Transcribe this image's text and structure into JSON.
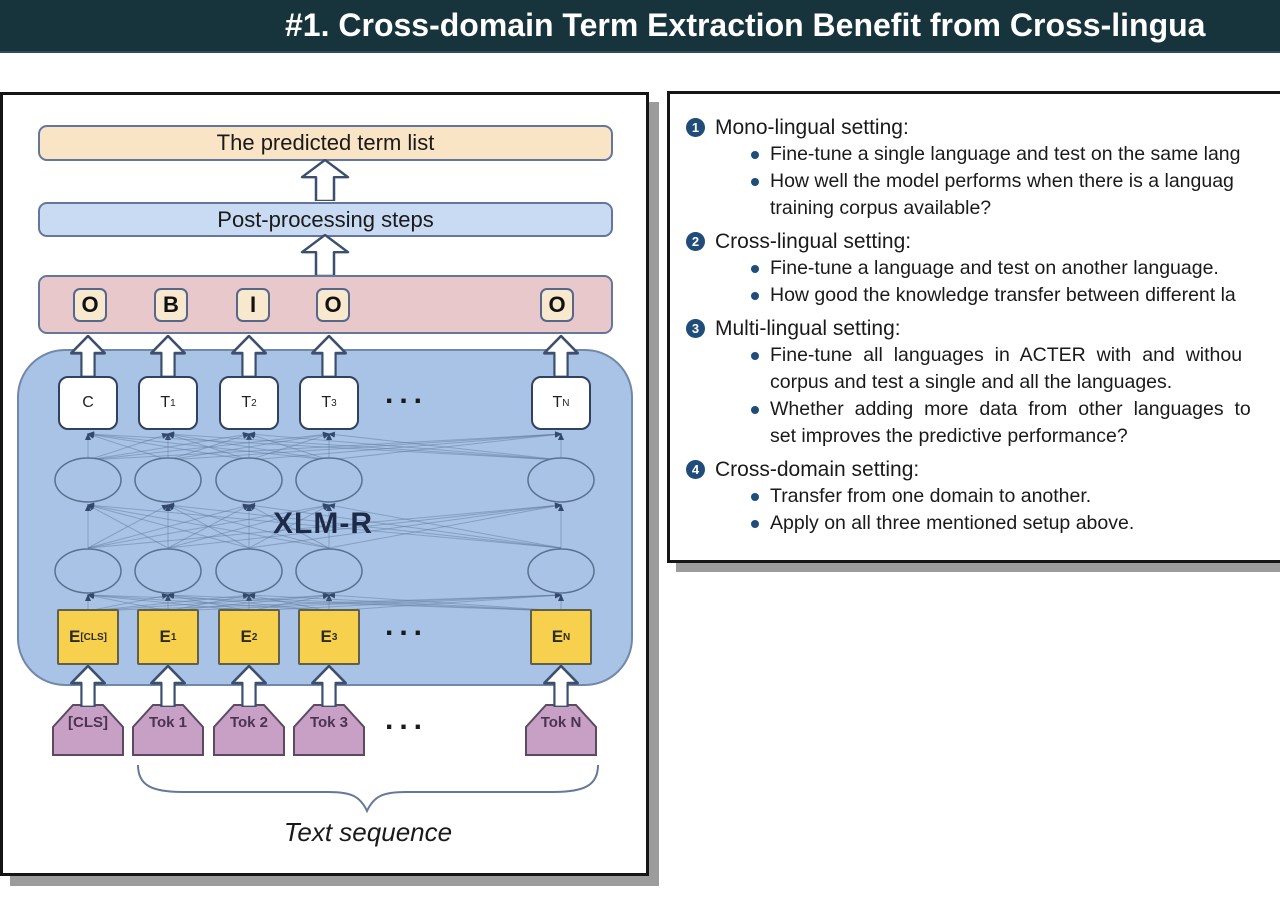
{
  "header": {
    "title": "#1. Cross-domain Term Extraction Benefit from Cross-lingua"
  },
  "figure": {
    "predicted_box": "The predicted term list",
    "postprocess_box": "Post-processing steps",
    "bio_tags": [
      "O",
      "B",
      "I",
      "O",
      "O"
    ],
    "model_name": "XLM-R",
    "output_tokens": [
      {
        "base": "C",
        "sub": ""
      },
      {
        "base": "T",
        "sub": "1"
      },
      {
        "base": "T",
        "sub": "2"
      },
      {
        "base": "T",
        "sub": "3"
      },
      {
        "base": "T",
        "sub": "N"
      }
    ],
    "embeddings": [
      {
        "base": "E",
        "sub": "[CLS]"
      },
      {
        "base": "E",
        "sub": "1"
      },
      {
        "base": "E",
        "sub": "2"
      },
      {
        "base": "E",
        "sub": "3"
      },
      {
        "base": "E",
        "sub": "N"
      }
    ],
    "input_tokens": [
      "[CLS]",
      "Tok 1",
      "Tok 2",
      "Tok 3",
      "Tok N"
    ],
    "ellipsis": "...",
    "caption": "Text sequence"
  },
  "panel": {
    "lines": [
      {
        "type": "item",
        "num": "1",
        "text": "Mono-lingual setting:"
      },
      {
        "type": "bullet",
        "text": "Fine-tune a single language and test on the same lang"
      },
      {
        "type": "bullet",
        "text": "How well the model performs when there is a languag"
      },
      {
        "type": "cont",
        "text": "training corpus available?"
      },
      {
        "type": "item",
        "num": "2",
        "text": "Cross-lingual setting:"
      },
      {
        "type": "bullet",
        "text": "Fine-tune a language and test on another language."
      },
      {
        "type": "bullet",
        "text": "How good the knowledge transfer between different la"
      },
      {
        "type": "item",
        "num": "3",
        "text": "Multi-lingual setting:"
      },
      {
        "type": "bullet",
        "text": "Fine-tune all languages in ACTER with and withou"
      },
      {
        "type": "cont",
        "text": "corpus and test a single and all the languages."
      },
      {
        "type": "bullet",
        "text": "Whether adding more data from other languages to"
      },
      {
        "type": "cont",
        "text": "set improves the predictive performance?"
      },
      {
        "type": "item",
        "num": "4",
        "text": "Cross-domain setting:"
      },
      {
        "type": "bullet",
        "text": "Transfer from one domain to another."
      },
      {
        "type": "bullet",
        "text": "Apply on all three mentioned setup above."
      }
    ]
  },
  "colors": {
    "header_bg": "#17343c",
    "title_text": "#ffffff",
    "predicted_box": "#f9e4c6",
    "postprocess_box": "#c9daf3",
    "bio_bar": "#e9c8cc",
    "bio_chip": "#f8e9ce",
    "model_box": "#a8c3e5",
    "embedding_yellow": "#f7d14e",
    "token_purple": "#c9a0c5",
    "accent_blue": "#1f4c78",
    "panel_border": "#151515",
    "panel_shadow": "#9c9c9c"
  }
}
